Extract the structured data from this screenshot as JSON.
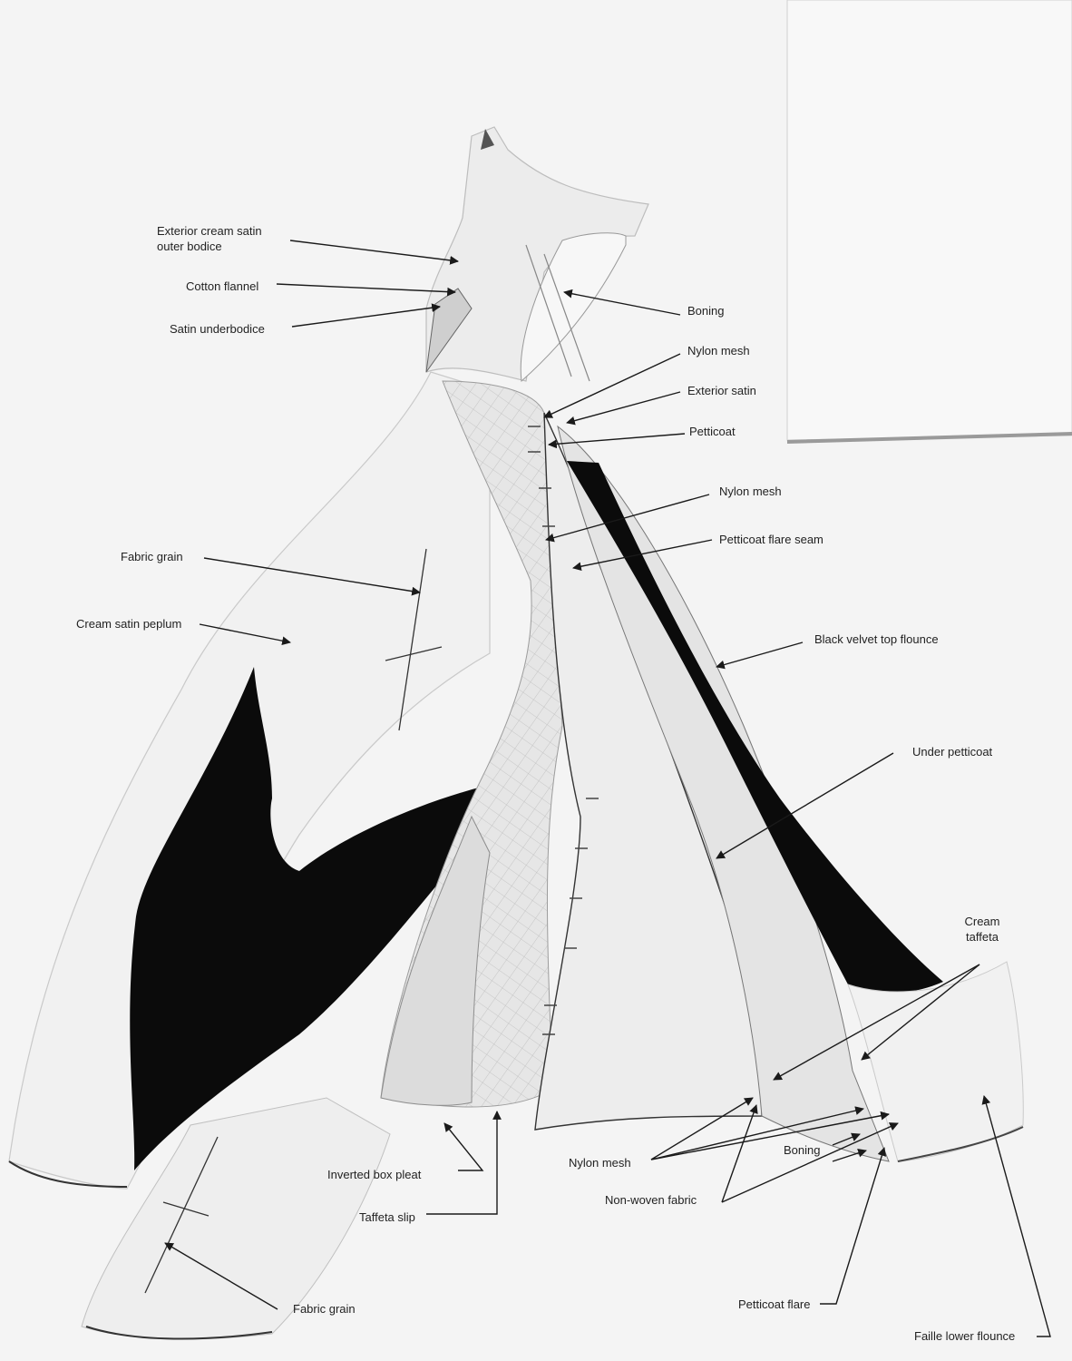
{
  "labels": {
    "exterior_cream_satin": "Exterior cream satin\nouter bodice",
    "cotton_flannel": "Cotton flannel",
    "satin_underbodice": "Satin underbodice",
    "boning_top": "Boning",
    "nylon_mesh_1": "Nylon mesh",
    "exterior_satin": "Exterior satin",
    "petticoat": "Petticoat",
    "nylon_mesh_2": "Nylon mesh",
    "petticoat_flare_seam": "Petticoat flare seam",
    "fabric_grain_top": "Fabric grain",
    "cream_satin_peplum": "Cream satin peplum",
    "black_velvet_top_flounce": "Black velvet top flounce",
    "under_petticoat": "Under petticoat",
    "cream_taffeta": "Cream\ntaffeta",
    "boning_bottom": "Boning",
    "nylon_mesh_3": "Nylon mesh",
    "non_woven_fabric": "Non-woven fabric",
    "inverted_box_pleat": "Inverted box pleat",
    "taffeta_slip": "Taffeta slip",
    "fabric_grain_bottom": "Fabric grain",
    "petticoat_flare": "Petticoat flare",
    "faille_lower_flounce": "Faille lower flounce"
  },
  "colors": {
    "background": "#f4f4f4",
    "velvet": "#0b0b0b",
    "line": "#1a1a1a",
    "fabric_light": "#ececec",
    "mesh": "#d6d6d6"
  }
}
